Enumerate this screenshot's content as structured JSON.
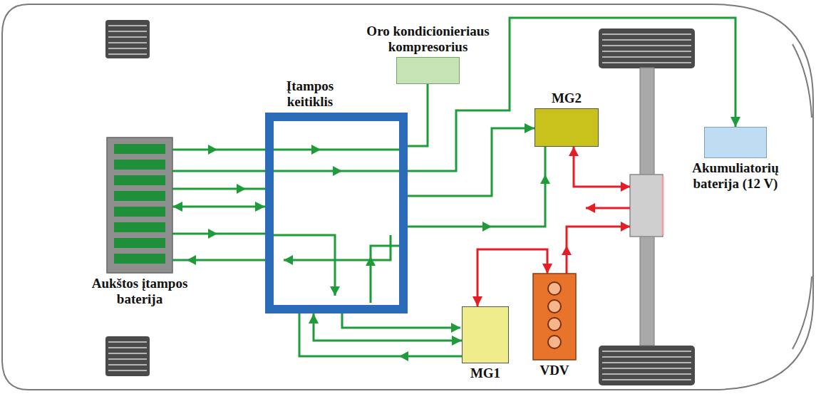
{
  "diagram": {
    "nodes": [
      {
        "text": [
          "Oro kondicionieriaus kompresorius"
        ]
      },
      {
        "text": [
          "Įtampos keitiklis"
        ]
      },
      {
        "text": [
          "MG2"
        ]
      },
      {
        "text": [
          "Aukštos įtampos baterija"
        ]
      },
      {
        "text": [
          "Akumuliatorių baterija (12 V)"
        ]
      },
      {
        "text": [
          "MG1"
        ]
      },
      {
        "text": [
          "VDV"
        ]
      }
    ],
    "edges": [
      {
        "from": 3,
        "to": 1,
        "arrow": "both"
      },
      {
        "from": 1,
        "to": 0,
        "arrow": "none"
      },
      {
        "from": 1,
        "to": 4,
        "arrow": "to"
      },
      {
        "from": 1,
        "to": 2,
        "arrow": "to"
      },
      {
        "from": 5,
        "to": 1,
        "arrow": "both"
      },
      {
        "from": 6,
        "to": 5,
        "arrow": "both"
      }
    ]
  }
}
